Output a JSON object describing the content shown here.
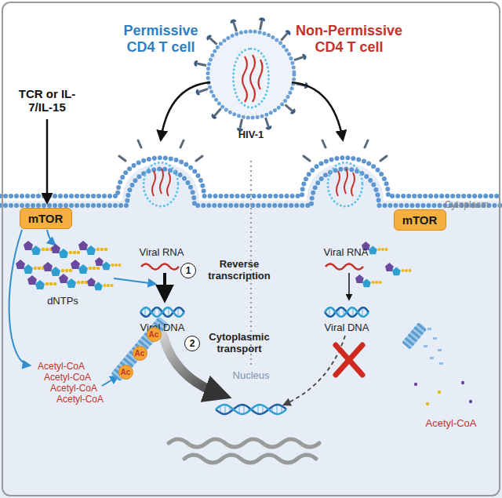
{
  "diagram": {
    "nodes": [
      {
        "text": [
          "mTOR"
        ]
      },
      {
        "text": [
          "1"
        ]
      },
      {
        "text": [
          "2"
        ]
      },
      {
        "text": [
          "Ac"
        ]
      },
      {
        "text": [
          "Ac"
        ]
      },
      {
        "text": [
          "Ac"
        ]
      },
      {
        "text": [
          "Nucleus"
        ]
      },
      {
        "text": [
          "mTOR"
        ]
      }
    ],
    "labels": [
      "Permissive CD4 T cell",
      "Non-Permissive CD4 T cell",
      "HIV-1",
      "TCR or IL-7/IL-15",
      "Viral RNA",
      "dNTPs",
      "Reverse transcription",
      "Viral DNA",
      "Cytoplasmic transport",
      "Acetyl-CoA",
      "Acetyl-CoA",
      "Acetyl-CoA",
      "Acetyl-CoA",
      "Cytoplasm",
      "Viral RNA",
      "Viral DNA",
      "Acetyl-CoA"
    ]
  }
}
